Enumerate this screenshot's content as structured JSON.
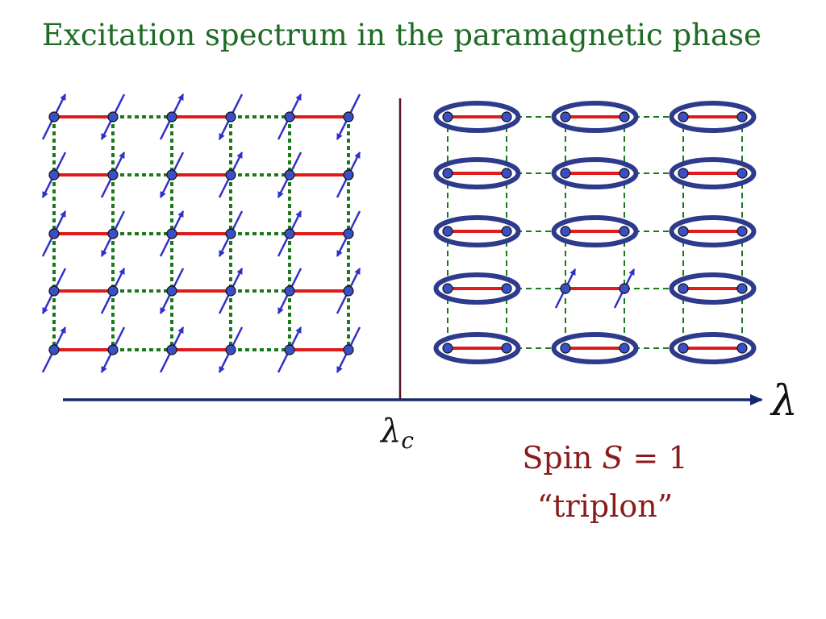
{
  "title": "Excitation spectrum in the paramagnetic phase",
  "axis": {
    "critical_label": "λ",
    "critical_subscript": "c",
    "end_label": "λ"
  },
  "caption": {
    "line1_prefix": "Spin ",
    "line1_var": "S",
    "line1_eq": " = 1",
    "line2": "“triplon”"
  },
  "colors": {
    "title": "#1d6b24",
    "dimer_bond": "#e01b1b",
    "weak_bond": "#1a7a1a",
    "site": "#3a4fc4",
    "spin_arrow": "#3030c8",
    "ellipse": "#2e3a8c",
    "axis": "#13286b",
    "divider": "#5a1020",
    "caption": "#8b1a1a"
  },
  "lattice": {
    "rows": 5,
    "dimers_per_row": 3
  },
  "triplon_position": {
    "row": 4,
    "dimer": 2
  }
}
